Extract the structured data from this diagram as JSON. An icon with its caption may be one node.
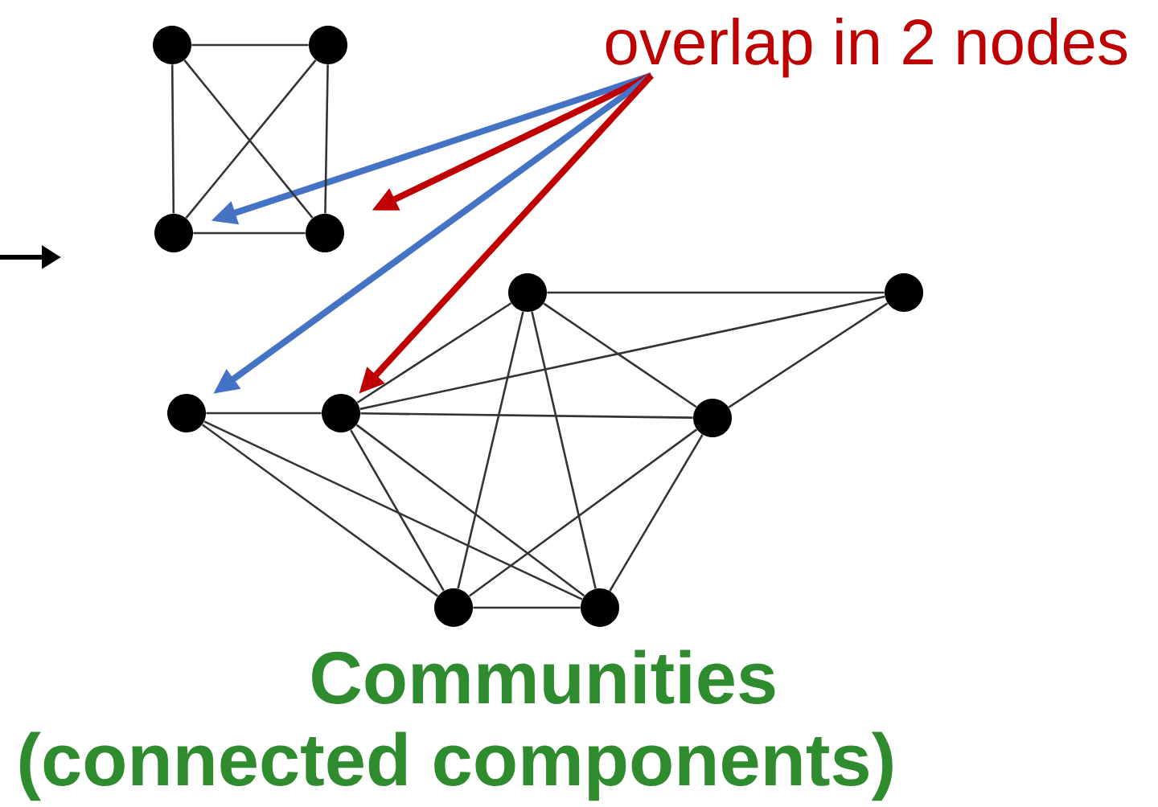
{
  "diagram": {
    "caption": "Communities (connected components)",
    "nodes": [
      {
        "text": [
          "overlap in 2 nodes"
        ]
      },
      {
        "text": [],
        "shape": "circle"
      },
      {
        "text": [],
        "shape": "circle"
      },
      {
        "text": [],
        "shape": "circle"
      },
      {
        "text": [],
        "shape": "circle"
      },
      {
        "text": [],
        "shape": "circle"
      },
      {
        "text": [],
        "shape": "circle"
      },
      {
        "text": [],
        "shape": "circle"
      },
      {
        "text": [],
        "shape": "circle"
      },
      {
        "text": [],
        "shape": "circle"
      },
      {
        "text": [],
        "shape": "circle"
      },
      {
        "text": [],
        "shape": "circle"
      }
    ],
    "edges": [
      {
        "from": 0,
        "to": 3,
        "arrow": "to",
        "style": "thick",
        "color": "#4472c4"
      },
      {
        "from": 0,
        "to": 4,
        "arrow": "to",
        "style": "thick",
        "color": "#c00000"
      },
      {
        "from": 0,
        "to": 5,
        "arrow": "to",
        "style": "thick",
        "color": "#4472c4"
      },
      {
        "from": 0,
        "to": 6,
        "arrow": "to",
        "style": "thick",
        "color": "#c00000"
      },
      {
        "from": 1,
        "to": 2,
        "arrow": "none"
      },
      {
        "from": 1,
        "to": 3,
        "arrow": "none"
      },
      {
        "from": 2,
        "to": 4,
        "arrow": "none"
      },
      {
        "from": 3,
        "to": 4,
        "arrow": "none"
      },
      {
        "from": 1,
        "to": 4,
        "arrow": "none"
      },
      {
        "from": 2,
        "to": 3,
        "arrow": "none"
      },
      {
        "from": 8,
        "to": 11,
        "arrow": "none"
      },
      {
        "from": 5,
        "to": 6,
        "arrow": "none"
      },
      {
        "from": 6,
        "to": 10,
        "arrow": "none"
      },
      {
        "from": 6,
        "to": 8,
        "arrow": "none"
      },
      {
        "from": 6,
        "to": 11,
        "arrow": "none"
      },
      {
        "from": 10,
        "to": 11,
        "arrow": "none"
      },
      {
        "from": 8,
        "to": 10,
        "arrow": "none"
      },
      {
        "from": 8,
        "to": 7,
        "arrow": "none"
      },
      {
        "from": 8,
        "to": 9,
        "arrow": "none"
      },
      {
        "from": 5,
        "to": 7,
        "arrow": "none"
      },
      {
        "from": 5,
        "to": 9,
        "arrow": "none"
      },
      {
        "from": 6,
        "to": 7,
        "arrow": "none"
      },
      {
        "from": 6,
        "to": 9,
        "arrow": "none"
      },
      {
        "from": 10,
        "to": 7,
        "arrow": "none"
      },
      {
        "from": 10,
        "to": 9,
        "arrow": "none"
      },
      {
        "from": 7,
        "to": 9,
        "arrow": "none"
      }
    ]
  }
}
